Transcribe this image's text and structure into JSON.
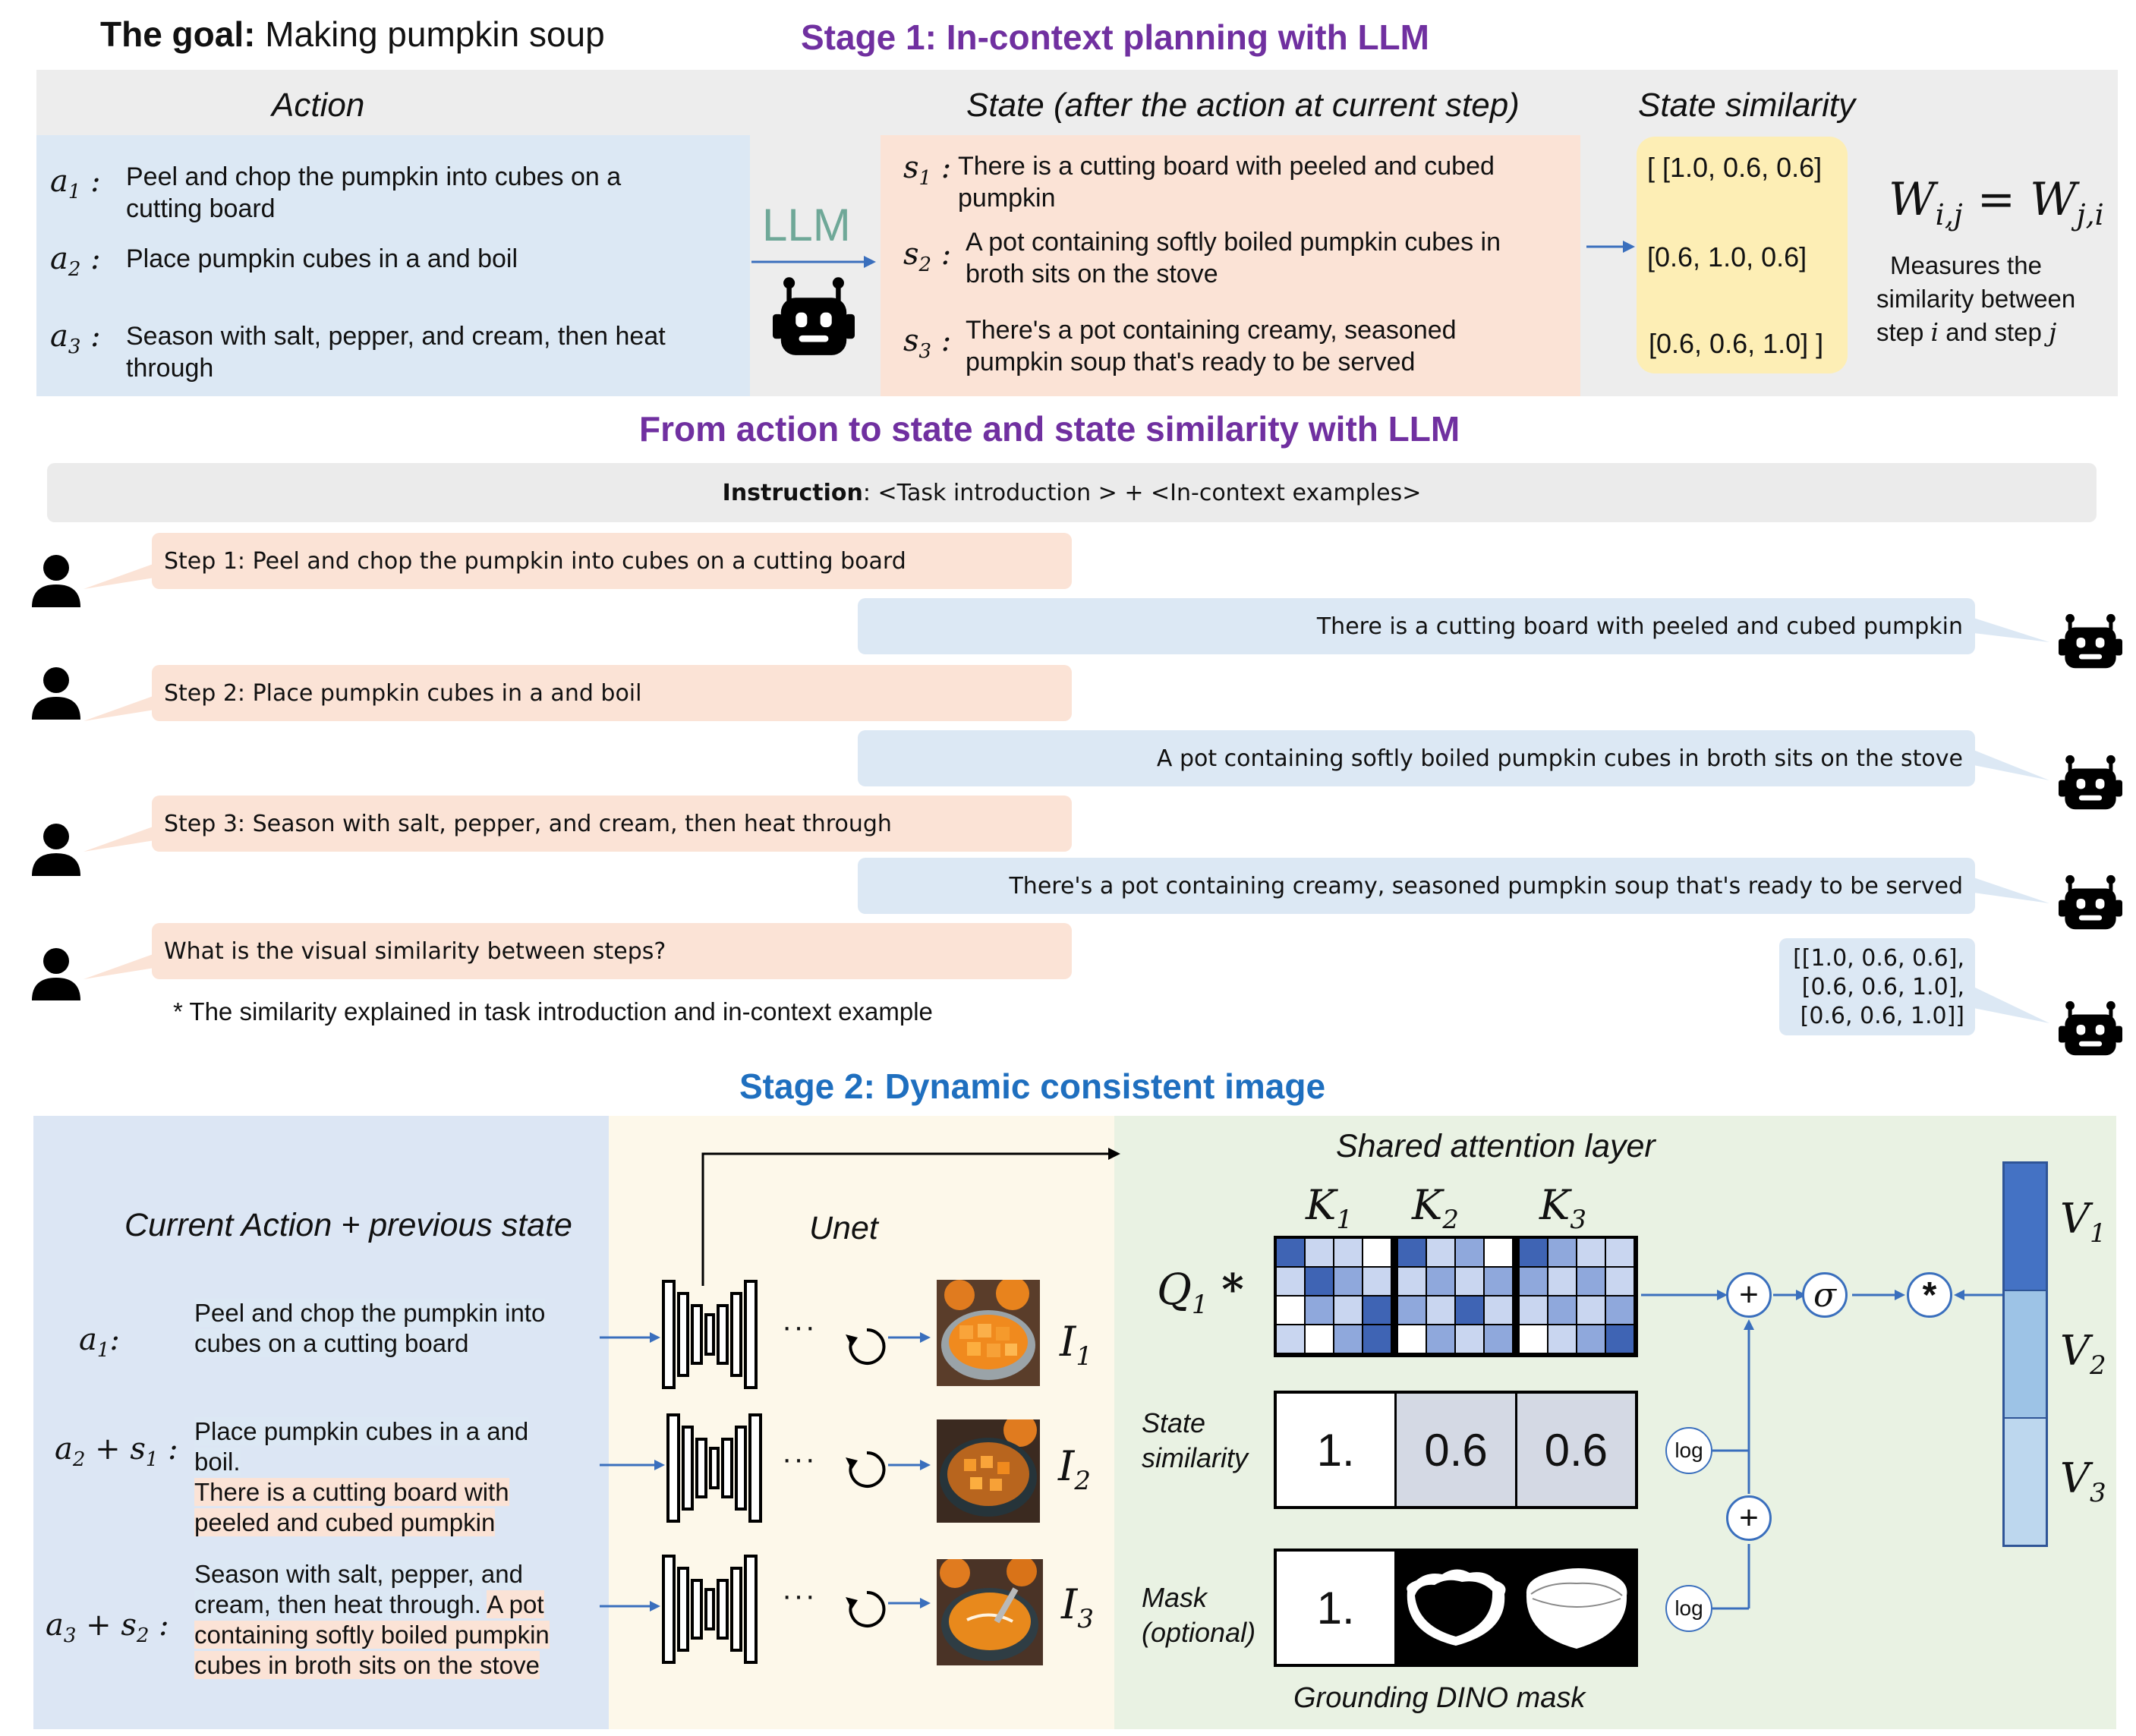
{
  "header": {
    "goal_label": "The goal:",
    "goal_text": "Making pumpkin soup",
    "stage1_title": "Stage 1: In-context planning with LLM"
  },
  "stage1": {
    "col_action": "Action",
    "col_state": "State (after the action at current step)",
    "col_similarity": "State similarity",
    "llm_label": "LLM",
    "actions": [
      {
        "sym": "a",
        "sub": "1",
        "text": "Peel and chop the pumpkin into cubes on a cutting board"
      },
      {
        "sym": "a",
        "sub": "2",
        "text": "Place pumpkin cubes in a and boil"
      },
      {
        "sym": "a",
        "sub": "3",
        "text": "Season with salt, pepper, and cream, then heat through"
      }
    ],
    "states": [
      {
        "sym": "s",
        "sub": "1",
        "text": "There is a cutting board with peeled and cubed pumpkin"
      },
      {
        "sym": "s",
        "sub": "2",
        "text": "A pot containing softly boiled pumpkin cubes in broth sits on the stove"
      },
      {
        "sym": "s",
        "sub": "3",
        "text": "There's a pot containing creamy, seasoned pumpkin soup that's ready to be served"
      }
    ],
    "similarity_rows": [
      "[ [1.0, 0.6, 0.6]",
      "[0.6, 1.0, 0.6]",
      "[0.6, 0.6, 1.0] ]"
    ],
    "formula_lhs": "W",
    "formula_lhs_sub": "i,j",
    "formula_eq": "=",
    "formula_rhs": "W",
    "formula_rhs_sub": "j,i",
    "measures_line1": "Measures the",
    "measures_line2": "similarity between",
    "measures_line3_a": "step ",
    "measures_line3_i": "i",
    "measures_line3_b": " and step ",
    "measures_line3_j": "j"
  },
  "dialog": {
    "title": "From action to state and state similarity with LLM",
    "instruction_label": "Instruction",
    "instruction_text": ": <Task introduction > + <In-context examples>",
    "user_msgs": [
      "Step 1: Peel and chop the pumpkin into cubes on a cutting board",
      "Step 2: Place pumpkin cubes in a and boil",
      "Step 3: Season with salt, pepper, and cream, then heat through",
      "What is the visual similarity between steps?"
    ],
    "bot_msgs": [
      "There is a cutting board with peeled and cubed pumpkin",
      "A pot containing softly boiled pumpkin cubes in broth sits on the stove",
      "There's a pot containing creamy, seasoned pumpkin soup that's ready to be served"
    ],
    "bot_matrix": [
      "[[1.0, 0.6, 0.6],",
      "[0.6, 0.6, 1.0],",
      "[0.6, 0.6, 1.0]]"
    ],
    "footnote": "* The similarity explained in task introduction and in-context example"
  },
  "stage2": {
    "title": "Stage 2:  Dynamic consistent image",
    "input_title": "Current Action + previous state",
    "unet_label": "Unet",
    "ellipsis": "···",
    "inputs": [
      {
        "label_main": "a",
        "label_sub": "1",
        "label_plus": "",
        "label_main2": "",
        "label_sub2": "",
        "action": "Peel and chop the pumpkin into cubes on a cutting board",
        "state": ""
      },
      {
        "label_main": "a",
        "label_sub": "2",
        "label_plus": "+",
        "label_main2": "s",
        "label_sub2": "1",
        "action": "Place pumpkin cubes in a and boil.",
        "state": "There is a cutting board with peeled and cubed pumpkin"
      },
      {
        "label_main": "a",
        "label_sub": "3",
        "label_plus": "+",
        "label_main2": "s",
        "label_sub2": "2",
        "action": "Season with salt, pepper, and cream, then heat through.",
        "state": "A pot containing softly boiled pumpkin cubes in broth sits on the stove"
      }
    ],
    "image_labels": [
      {
        "sym": "I",
        "sub": "1"
      },
      {
        "sym": "I",
        "sub": "2"
      },
      {
        "sym": "I",
        "sub": "3"
      }
    ],
    "attn_title": "Shared attention layer",
    "keys": [
      {
        "sym": "K",
        "sub": "1"
      },
      {
        "sym": "K",
        "sub": "2"
      },
      {
        "sym": "K",
        "sub": "3"
      }
    ],
    "query": {
      "sym": "Q",
      "sub": "1",
      "op": "*"
    },
    "state_sim_label1": "State",
    "state_sim_label2": "similarity",
    "state_sim_values": [
      "1.",
      "0.6",
      "0.6"
    ],
    "mask_label1": "Mask",
    "mask_label2": "(optional)",
    "mask_first_value": "1.",
    "mask_caption": "Grounding DINO mask",
    "log_label": "log",
    "plus_op": "+",
    "sigma_op": "σ",
    "mul_op": "*",
    "values": [
      {
        "sym": "V",
        "sub": "1"
      },
      {
        "sym": "V",
        "sub": "2"
      },
      {
        "sym": "V",
        "sub": "3"
      }
    ],
    "colors": {
      "input_bg": "#dce6f4",
      "unet_bg": "#fdf8ea",
      "attn_bg": "#e9f2e3",
      "v1": "#4472c4",
      "v2": "#9dc3e6",
      "v3": "#bdd7ee"
    }
  }
}
